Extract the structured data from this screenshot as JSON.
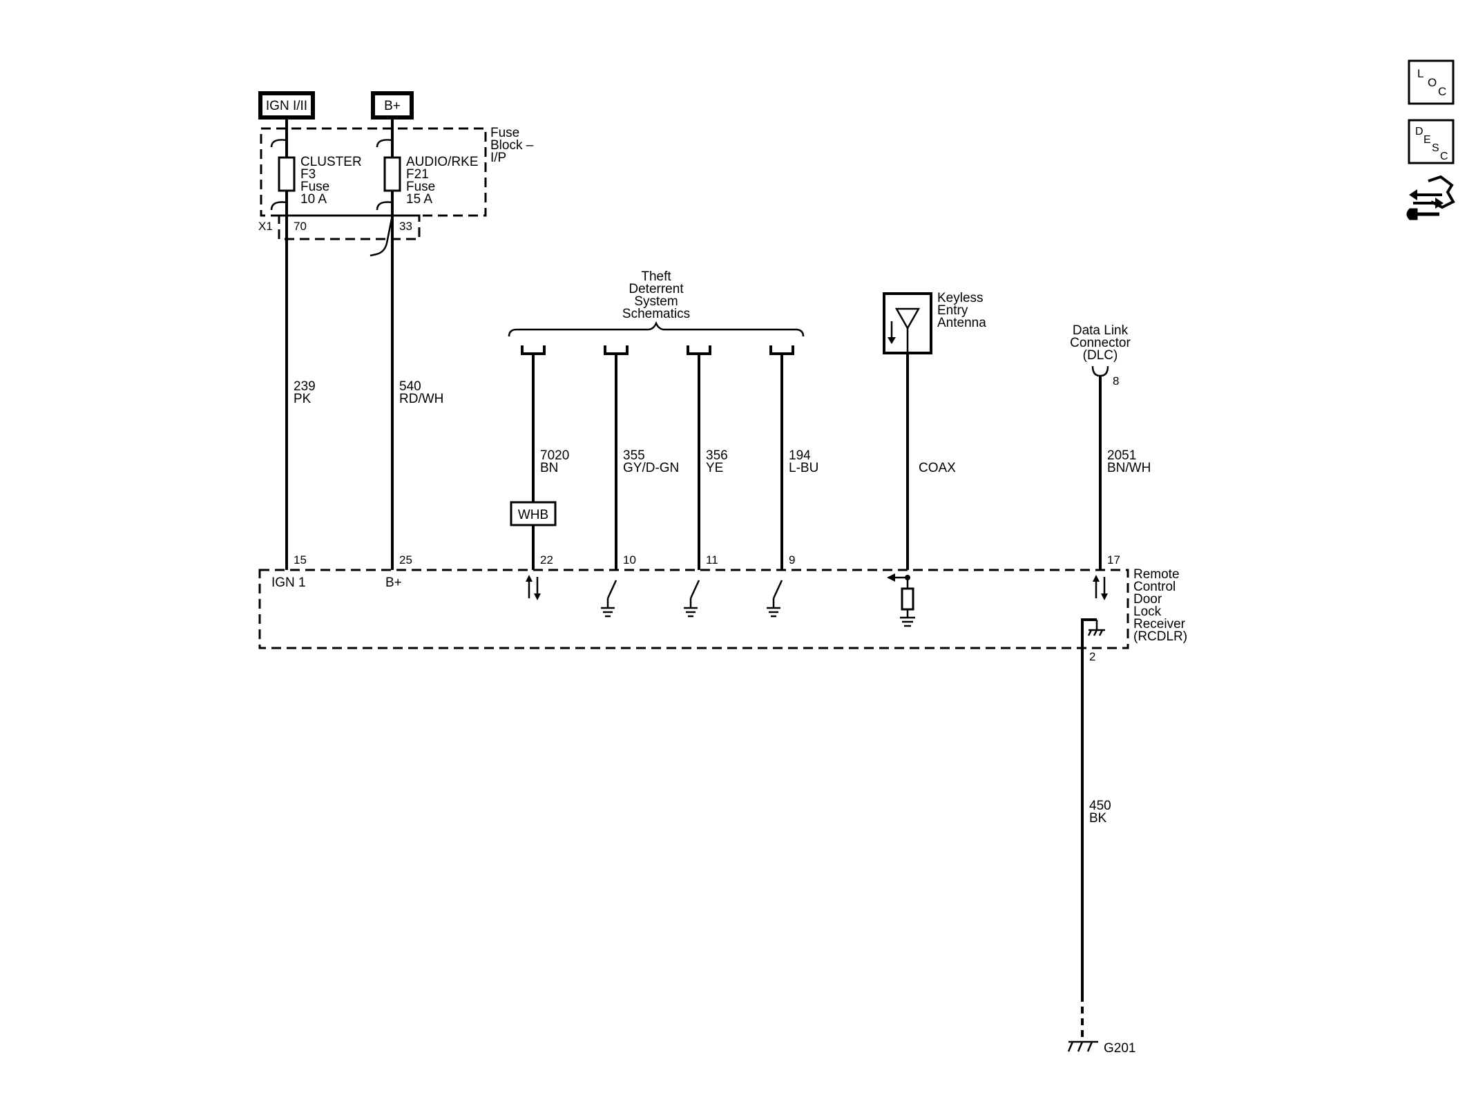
{
  "power": {
    "ign": "IGN I/II",
    "bplus": "B+"
  },
  "fuse_block": {
    "line1": "Fuse",
    "line2": "Block –",
    "line3": "I/P",
    "connector": "X1"
  },
  "fuses": [
    {
      "name": "CLUSTER",
      "id": "F3",
      "type": "Fuse",
      "rating": "10 A",
      "pin": "70"
    },
    {
      "name": "AUDIO/RKE",
      "id": "F21",
      "type": "Fuse",
      "rating": "15 A",
      "pin": "33"
    }
  ],
  "theft": {
    "line1": "Theft",
    "line2": "Deterrent",
    "line3": "System",
    "line4": "Schematics"
  },
  "antenna": {
    "line1": "Keyless",
    "line2": "Entry",
    "line3": "Antenna"
  },
  "dlc": {
    "line1": "Data Link",
    "line2": "Connector",
    "line3": "(DLC)",
    "pin": "8"
  },
  "wires": [
    {
      "circuit": "239",
      "color": "PK",
      "pin": "15",
      "terminal": "IGN 1"
    },
    {
      "circuit": "540",
      "color": "RD/WH",
      "pin": "25",
      "terminal": "B+"
    },
    {
      "circuit": "7020",
      "color": "BN",
      "pin": "22",
      "inline": "WHB"
    },
    {
      "circuit": "355",
      "color": "GY/D-GN",
      "pin": "10"
    },
    {
      "circuit": "356",
      "color": "YE",
      "pin": "11"
    },
    {
      "circuit": "194",
      "color": "L-BU",
      "pin": "9"
    },
    {
      "circuit": "COAX",
      "color": ""
    },
    {
      "circuit": "2051",
      "color": "BN/WH",
      "pin": "17"
    },
    {
      "circuit": "450",
      "color": "BK",
      "pin": "2"
    }
  ],
  "module": {
    "line1": "Remote",
    "line2": "Control",
    "line3": "Door",
    "line4": "Lock",
    "line5": "Receiver",
    "line6": "(RCDLR)"
  },
  "ground": {
    "label": "G201"
  },
  "side_icons": [
    {
      "name": "loc-icon",
      "letters": [
        "L",
        "O",
        "C"
      ]
    },
    {
      "name": "desc-icon",
      "letters": [
        "D",
        "E",
        "S",
        "C"
      ]
    },
    {
      "name": "connector-wrench-icon"
    }
  ]
}
